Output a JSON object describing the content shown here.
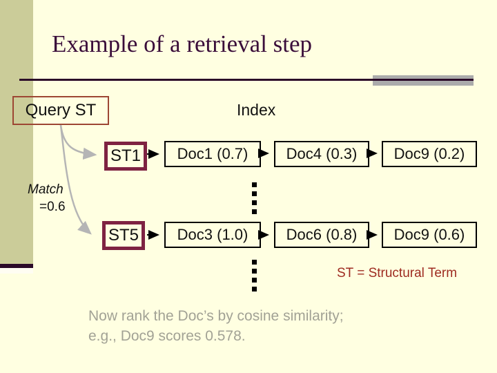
{
  "slide": {
    "title": "Example of a retrieval step",
    "diagram": {
      "query_box": "Query ST",
      "index_label": "Index",
      "match": {
        "label": "Match",
        "value": "=0.6"
      },
      "rows": [
        {
          "st": "ST1",
          "docs": [
            "Doc1 (0.7)",
            "Doc4 (0.3)",
            "Doc9 (0.2)"
          ]
        },
        {
          "st": "ST5",
          "docs": [
            "Doc3 (1.0)",
            "Doc6 (0.8)",
            "Doc9 (0.6)"
          ]
        }
      ]
    },
    "st_definition": "ST = Structural Term",
    "footer_note": {
      "line1": "Now rank the Doc’s by cosine similarity;",
      "line2": "e.g., Doc9 scores 0.578."
    },
    "colors": {
      "background": "#FFFFE1",
      "sidebar": "#CBCC99",
      "title_text": "#3A0D3A",
      "rule_dark": "#2B0A28",
      "rule_gray": "#ABABAB",
      "query_border": "#9D4633",
      "st_border": "#7E2242",
      "doc_border": "#000000",
      "st_definition_text": "#9E2B20",
      "footer_text": "#A2A295",
      "connector_gray": "#B5B5B5",
      "connector_black": "#000000"
    }
  }
}
